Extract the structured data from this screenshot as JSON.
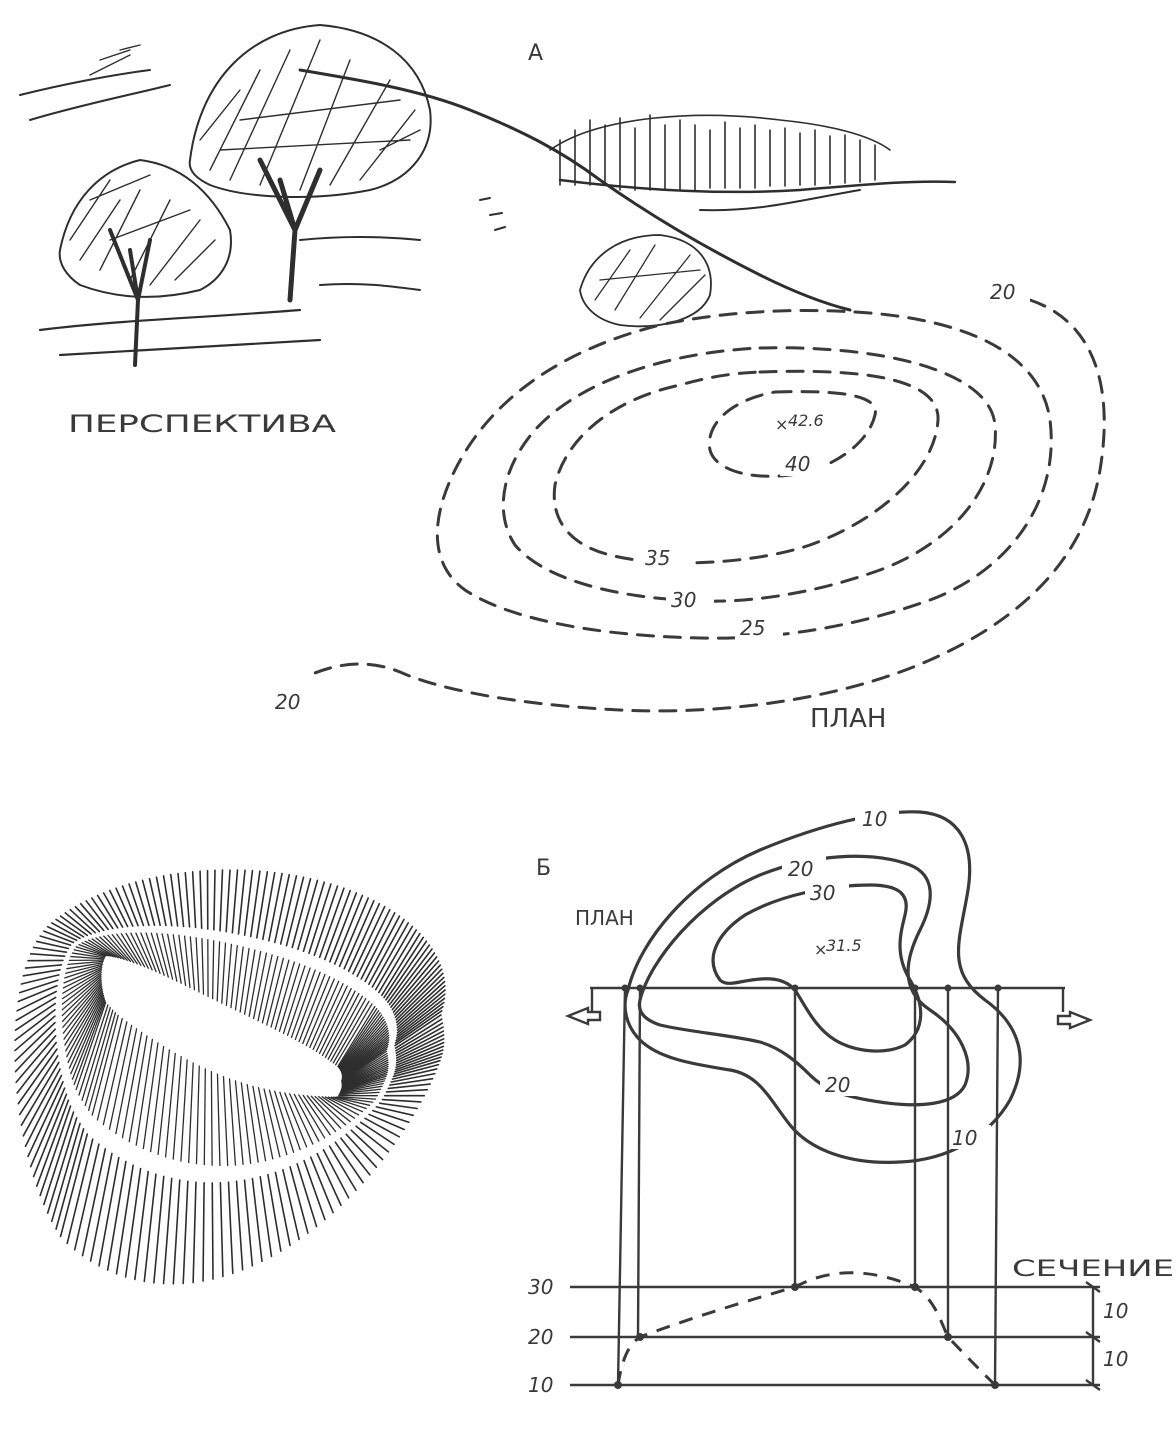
{
  "part_a": {
    "letter": "А",
    "perspective_label": "ПЕРСПЕКТИВА",
    "plan_label": "ПЛАН",
    "contours": [
      "20",
      "25",
      "30",
      "35",
      "40"
    ],
    "contour_labels": {
      "c20_top": "20",
      "c20_bottom": "20",
      "c25": "25",
      "c30": "30",
      "c35": "35",
      "c40": "40"
    },
    "spot_height": "42.6"
  },
  "part_b": {
    "letter": "Б",
    "plan_label": "ПЛАН",
    "section_label": "СЕЧЕНИЕ",
    "contour_labels": {
      "c10_top": "10",
      "c20_top": "20",
      "c30": "30",
      "c20_bottom": "20",
      "c10_bottom": "10"
    },
    "spot_height": "31.5",
    "section_levels": [
      "30",
      "20",
      "10"
    ],
    "interval_labels": [
      "10",
      "10"
    ]
  }
}
